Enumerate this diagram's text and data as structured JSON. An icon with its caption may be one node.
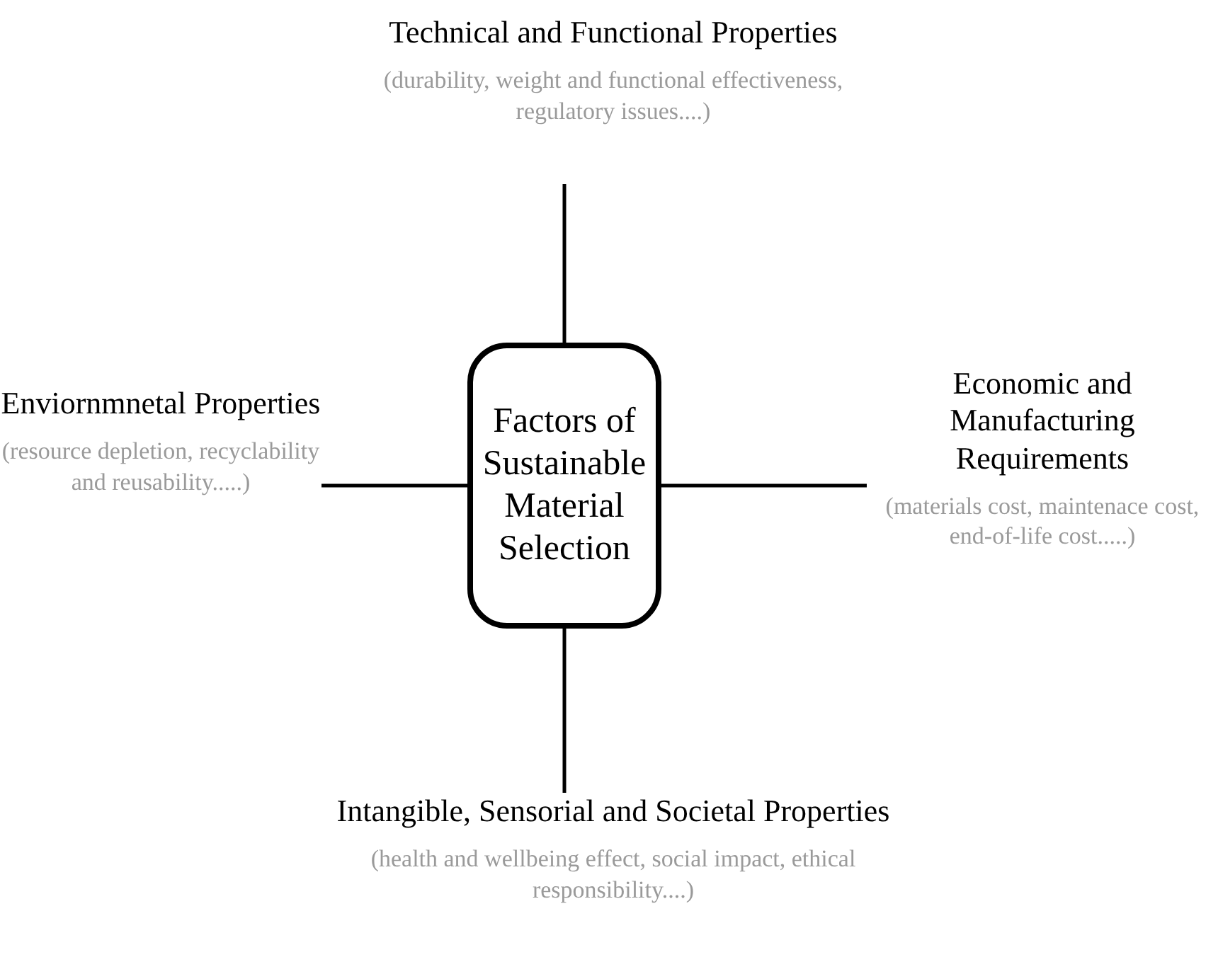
{
  "diagram": {
    "nodes": [
      {
        "text": [
          "Factors of Sustainable Material Selection"
        ]
      },
      {
        "text": [
          "Technical and Functional Properties",
          "(durability, weight and functional effectiveness, regulatory issues....)"
        ]
      },
      {
        "text": [
          "Enviornmnetal Properties",
          "(resource depletion, recyclability and reusability.....)"
        ]
      },
      {
        "text": [
          "Economic and Manufacturing Requirements",
          "(materials cost, maintenace cost, end-of-life cost.....)"
        ]
      },
      {
        "text": [
          "Intangible, Sensorial and Societal Properties",
          "(health and wellbeing effect, social impact, ethical responsibility....)"
        ]
      }
    ],
    "edges": [
      {
        "from": 0,
        "to": 1,
        "arrow": "none"
      },
      {
        "from": 0,
        "to": 2,
        "arrow": "none"
      },
      {
        "from": 0,
        "to": 3,
        "arrow": "none"
      },
      {
        "from": 0,
        "to": 4,
        "arrow": "none"
      }
    ]
  }
}
